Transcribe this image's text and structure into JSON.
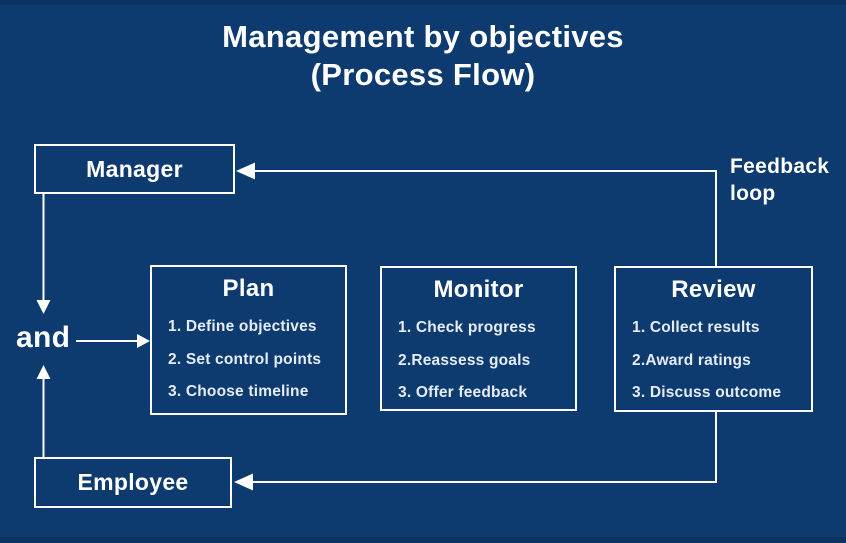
{
  "title": {
    "line1": "Management by objectives",
    "line2": "(Process Flow)"
  },
  "actors": {
    "manager": "Manager",
    "employee": "Employee"
  },
  "connector_label": "and",
  "feedback_label": {
    "line1": "Feedback",
    "line2": "loop"
  },
  "stages": [
    {
      "title": "Plan",
      "items": [
        "1. Define objectives",
        "2. Set control points",
        "3. Choose timeline"
      ]
    },
    {
      "title": "Monitor",
      "items": [
        "1. Check progress",
        "2.Reassess goals",
        "3. Offer feedback"
      ]
    },
    {
      "title": "Review",
      "items": [
        "1. Collect results",
        "2.Award ratings",
        "3. Discuss outcome"
      ]
    }
  ],
  "colors": {
    "background": "#0d3a6f",
    "edge_band": "#0b3261",
    "line": "#ffffff",
    "title_text": "#ffffff",
    "list_text": "#e6edf7"
  }
}
